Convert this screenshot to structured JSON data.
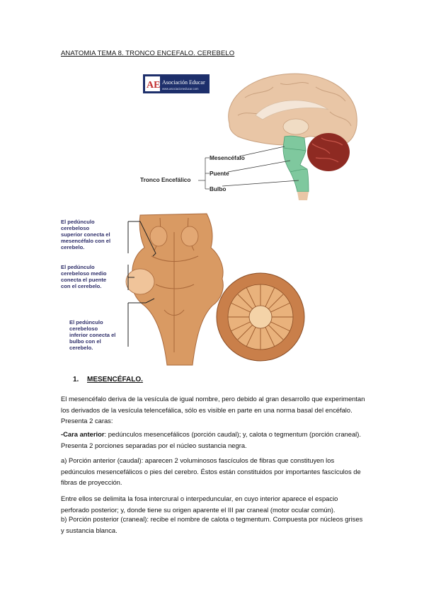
{
  "title": "ANATOMIA TEMA 8. TRONCO ENCEFALO. CEREBELO",
  "figure1": {
    "logo_initials": "AE",
    "logo_name": "Asociación Educar",
    "logo_url": "www.asociacioneducar.com",
    "label_group": "Tronco Encefálico",
    "label_mesencefalo": "Mesencéfalo",
    "label_puente": "Puente",
    "label_bulbo": "Bulbo"
  },
  "figure2": {
    "label1": [
      "El pedúnculo",
      "cerebeloso",
      "superior conecta el",
      "mesencéfalo con el",
      "cerebelo."
    ],
    "label2": [
      "El pedúnculo",
      "cerebeloso medio",
      "conecta el puente",
      "con el cerebelo."
    ],
    "label3": [
      "El pedúnculo",
      "cerebeloso",
      "inferior conecta el",
      "bulbo con el",
      "cerebelo."
    ]
  },
  "section": {
    "number": "1.",
    "heading": "MESENCÉFALO."
  },
  "paragraphs": {
    "p1": "El mesencéfalo deriva de la vesícula de igual nombre, pero debido al gran desarrollo que experimentan los derivados de la vesícula telencefálica, sólo es visible en parte en una norma basal del encéfalo. Presenta 2 caras:",
    "p2_bold": "-Cara anterior",
    "p2_rest": ": pedúnculos mesencefálicos (porción caudal); y, calota o tegmentum (porción craneal). Presenta 2 porciones separadas por el núcleo sustancia negra.",
    "p3": "a) Porción anterior (caudal): aparecen 2 voluminosos fascículos de fibras que constituyen los pedúnculos mesencefálicos o pies del cerebro. Éstos están constituidos por importantes fascículos de fibras de proyección.",
    "p4": "Entre ellos se delimita la fosa intercrural o interpeduncular, en cuyo interior aparece el espacio perforado posterior; y, donde tiene su origen aparente el III par craneal (motor ocular común).",
    "p5": "b) Porción posterior (craneal): recibe el nombre de calota o tegmentum. Compuesta por núcleos grises y sustancia blanca."
  },
  "colors": {
    "brain": "#e9c6a6",
    "cerebellum": "#8e2a22",
    "brainstem": "#7fc89e",
    "logo_bg": "#1d2f6b",
    "specimen": "#d99a63"
  }
}
